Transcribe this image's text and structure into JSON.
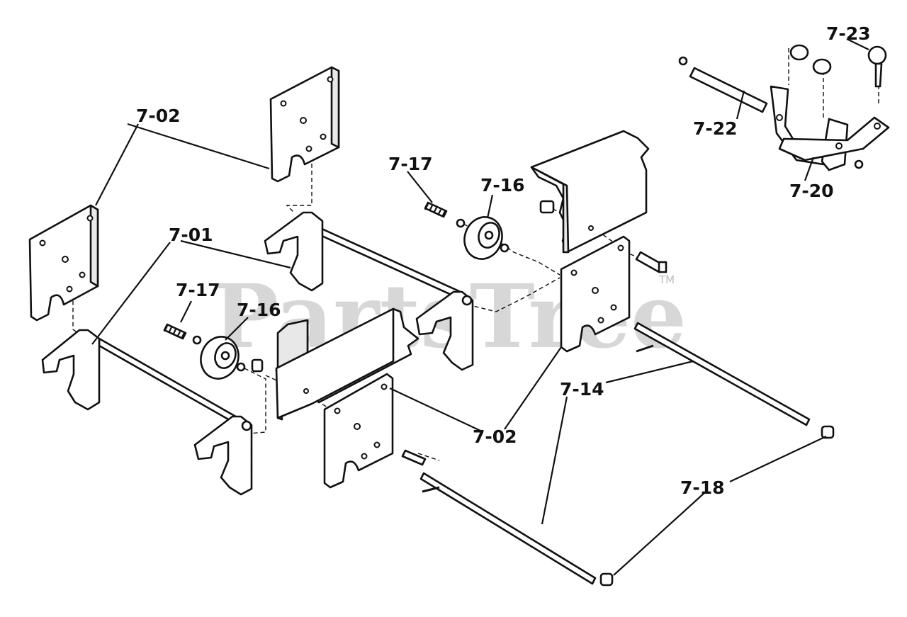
{
  "watermark": {
    "brand": "PartsTree",
    "trademark": "TM"
  },
  "labels": {
    "l_7_02_top": "7-02",
    "l_7_01": "7-01",
    "l_7_17_left": "7-17",
    "l_7_16_left": "7-16",
    "l_7_17_mid": "7-17",
    "l_7_16_mid": "7-16",
    "l_7_02_bottom": "7-02",
    "l_7_14": "7-14",
    "l_7_18": "7-18",
    "l_7_22": "7-22",
    "l_7_23": "7-23",
    "l_7_20": "7-20"
  },
  "colors": {
    "line": "#111111",
    "watermark": "#cfcfcf",
    "background": "#ffffff"
  }
}
